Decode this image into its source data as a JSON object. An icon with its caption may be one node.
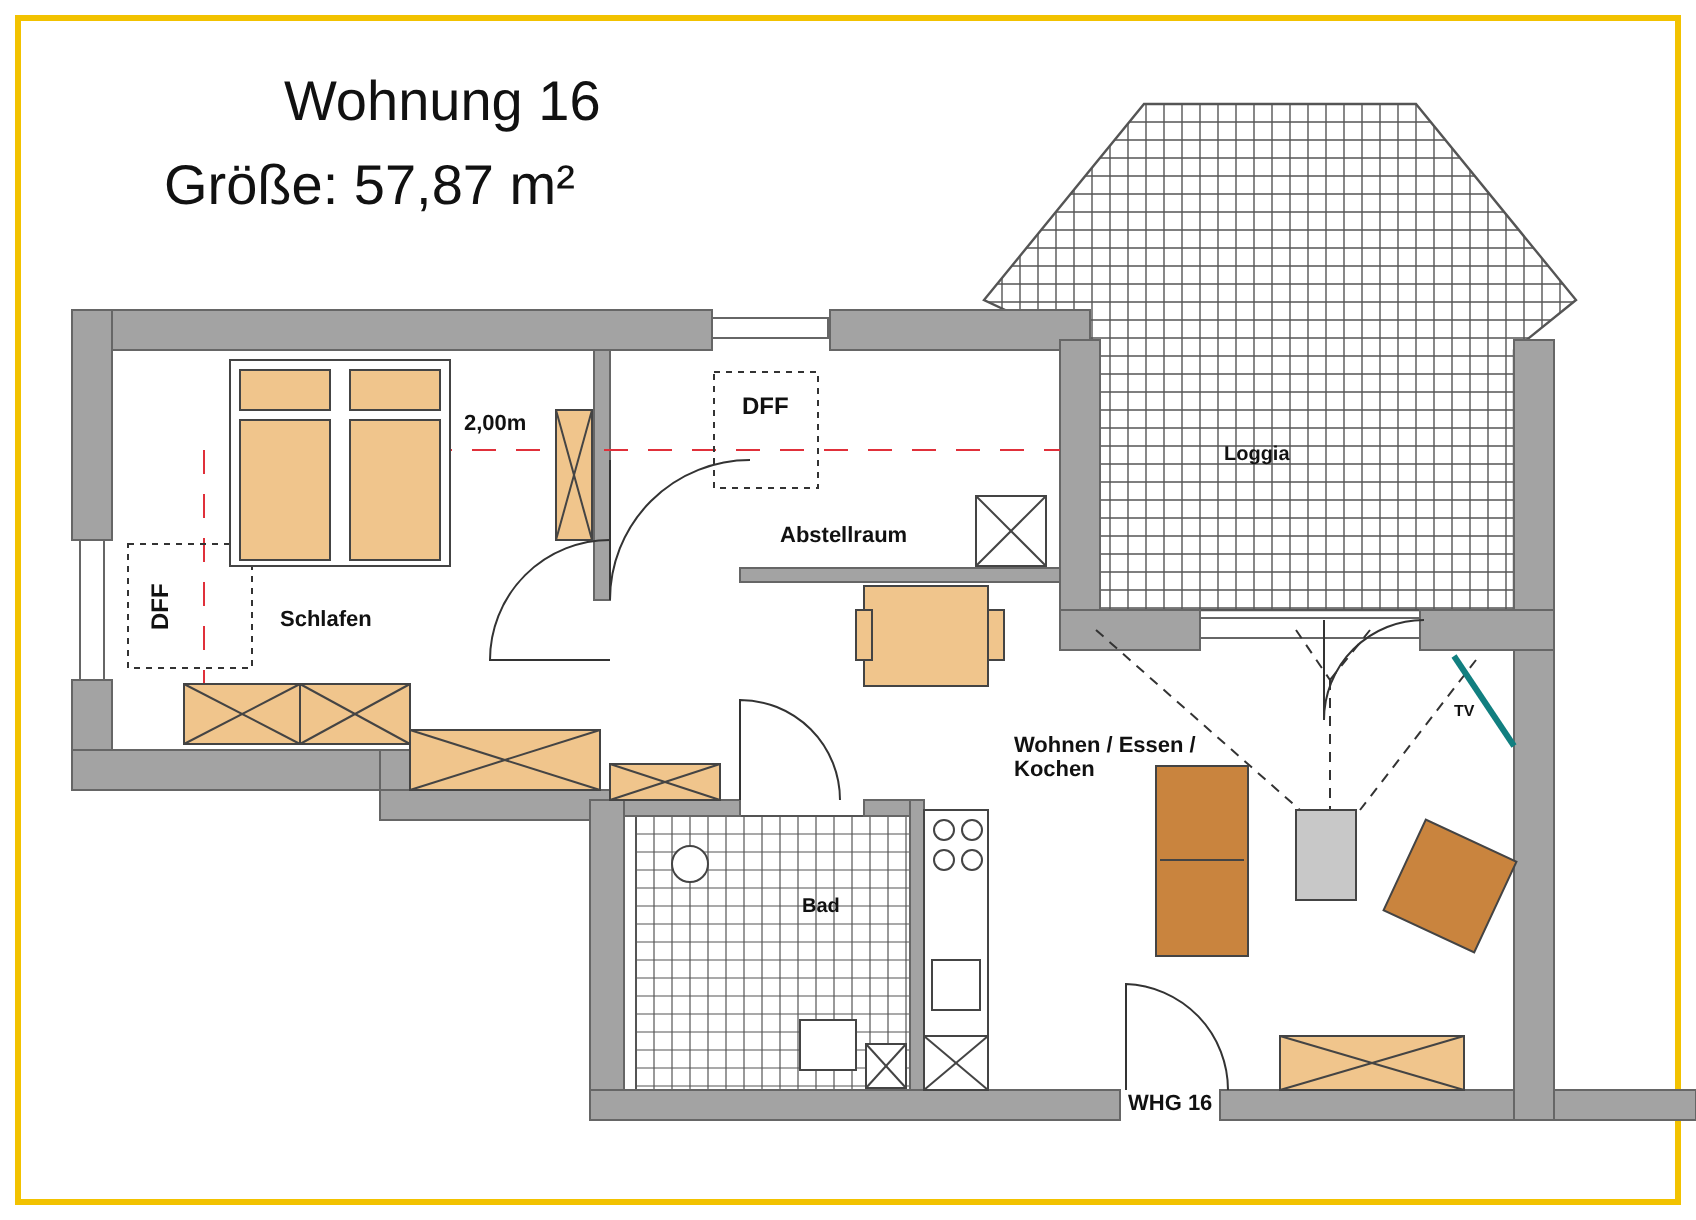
{
  "diagram": {
    "title": "Wohnung 16",
    "labels": [
      "Größe: 57,87 m²",
      "DFF",
      "2,00m",
      "Loggia",
      "Abstellraum",
      "DFF",
      "Schlafen",
      "TV",
      "Wohnen / Essen / Kochen",
      "Bad",
      "WHG 16"
    ]
  }
}
